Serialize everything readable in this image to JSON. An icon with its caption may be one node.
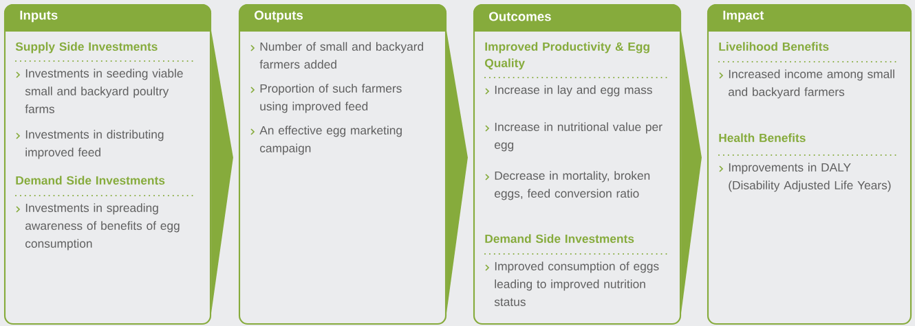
{
  "diagram": {
    "nodes": [
      {
        "text": [
          "Inputs",
          "Supply Side Investments",
          "Investments in seeding viable small and backyard poultry farms",
          "Investments in distributing improved feed",
          "Demand Side Investments",
          "Investments in spreading awareness of benefits of egg consumption"
        ]
      },
      {
        "text": [
          "Outputs",
          "Number of small and backyard farmers added",
          "Proportion of such farmers using improved feed",
          "An effective egg marketing campaign"
        ]
      },
      {
        "text": [
          "Outcomes",
          "Improved Productivity & Egg Quality",
          "Increase in lay and egg mass",
          "Increase in nutritional value per egg",
          "Decrease in mortality, broken eggs, feed conversion ratio",
          "Demand Side Investments",
          "Improved consumption of eggs leading to improved nutrition status"
        ]
      },
      {
        "text": [
          "Impact",
          "Livelihood Benefits",
          "Increased income among small and backyard farmers",
          "Health Benefits",
          "Improvements in DALY (Disability Adjusted Life Years)"
        ]
      }
    ],
    "edges": [
      {
        "from": 0,
        "to": 1,
        "arrow": "to"
      },
      {
        "from": 1,
        "to": 2,
        "arrow": "to"
      },
      {
        "from": 2,
        "to": 3,
        "arrow": "to"
      }
    ]
  }
}
